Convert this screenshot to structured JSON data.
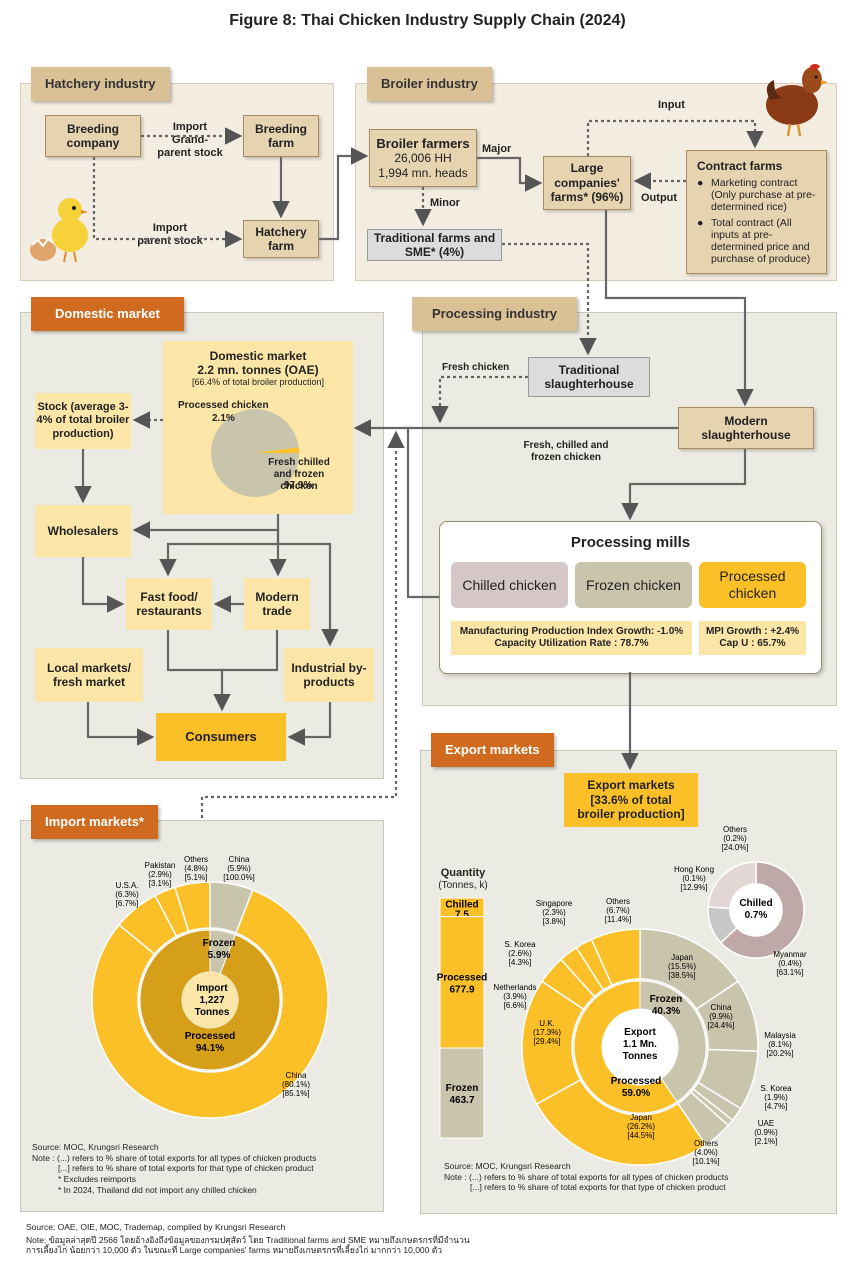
{
  "title": "Figure 8: Thai Chicken Industry Supply Chain (2024)",
  "hatchery": {
    "tab": "Hatchery industry",
    "breeding_company": "Breeding company",
    "breeding_farm": "Breeding farm",
    "hatchery_farm": "Hatchery farm",
    "import_grandparent": "Import\nGrand-\nparent stock",
    "import_parent": "Import\nparent stock"
  },
  "broiler": {
    "tab": "Broiler industry",
    "farmers_title": "Broiler farmers",
    "farmers_hh": "26,006 HH",
    "farmers_heads": "1,994 mn. heads",
    "major": "Major",
    "minor": "Minor",
    "large": "Large companies' farms* (96%)",
    "traditional": "Traditional farms and SME* (4%)",
    "input": "Input",
    "output": "Output",
    "contract_title": "Contract farms",
    "contract_item1": "Marketing contract (Only purchase at pre-determined rice)",
    "contract_item2": "Total contract (All inputs at pre-determined price and purchase of produce)"
  },
  "domestic": {
    "tab": "Domestic market",
    "market_title": "Domestic market",
    "market_tonnes": "2.2 mn. tonnes (OAE)",
    "market_share": "[66.4% of total broiler production]",
    "processed_label": "Processed chicken",
    "processed_pct": "2.1%",
    "fresh_label": "Fresh chilled and frozen chicken",
    "fresh_pct": "97.9%",
    "stock": "Stock (average 3-4% of total broiler production)",
    "wholesalers": "Wholesalers",
    "fastfood": "Fast food/ restaurants",
    "modern_trade": "Modern trade",
    "local_markets": "Local markets/ fresh market",
    "industrial": "Industrial by-products",
    "consumers": "Consumers"
  },
  "processing": {
    "tab": "Processing industry",
    "fresh_chicken": "Fresh chicken",
    "traditional_sh": "Traditional slaughterhouse",
    "modern_sh": "Modern slaughterhouse",
    "fresh_chilled_frozen": "Fresh, chilled and frozen chicken",
    "mills_title": "Processing mills",
    "chilled": "Chilled chicken",
    "frozen": "Frozen chicken",
    "processed": "Processed chicken",
    "mpi_left_1": "Manufacturing Production Index Growth: -1.0%",
    "mpi_left_2": "Capacity Utilization Rate : 78.7%",
    "mpi_right_1": "MPI Growth : +2.4%",
    "mpi_right_2": "Cap U : 65.7%"
  },
  "imports": {
    "tab": "Import markets*",
    "center_1": "Import",
    "center_2": "1,227",
    "center_3": "Tonnes",
    "inner_frozen": "Frozen",
    "inner_frozen_pct": "5.9%",
    "inner_processed": "Processed",
    "inner_processed_pct": "94.1%",
    "notes": [
      "Source: MOC, Krungsri Research",
      "Note : (...) refers to % share of total exports for all types of chicken products",
      "[...] refers to % share of total exports for that type of chicken product",
      "* Excludes reimports",
      "* In 2024, Thailand did not import any chilled chicken"
    ]
  },
  "exports": {
    "tab": "Export markets",
    "box_1": "Export markets",
    "box_2": "[33.6% of total",
    "box_3": "broiler production]",
    "qty_title": "Quantity",
    "qty_unit": "(Tonnes, k)",
    "center_1": "Export",
    "center_2": "1.1 Mn.",
    "center_3": "Tonnes",
    "inner_frozen": "Frozen",
    "inner_frozen_pct": "40.3%",
    "inner_processed": "Processed",
    "inner_processed_pct": "59.0%",
    "chilled_label": "Chilled",
    "chilled_pct": "0.7%",
    "notes": [
      "Source: MOC, Krungsri Research",
      "Note : (...) refers to % share of total exports for all types of chicken products",
      "[...] refers to % share of total exports for that type of chicken product"
    ]
  },
  "footer": {
    "source": "Source: OAE, OIE, MOC, Trademap, compiled by Krungsri Research",
    "note1": "Note: ข้อมูลล่าสุดปี 2566 โดยอ้างอิงถึงข้อมูลของกรมปศุสัตว์ โดย Traditional farms and SME หมายถึงเกษตรกรที่มีจำนวน",
    "note2": "การเลี้ยงไก่ น้อยกว่า 10,000 ตัว ในขณะที่ Large companies' farms หมายถึงเกษตรกรที่เลี้ยงไก่ มากกว่า 10,000 ตัว"
  },
  "colors": {
    "tan": "#d9c095",
    "orange": "#d06a1f",
    "gold": "#fbbf28",
    "grey_frozen": "#c9c5ad",
    "chilled": "#bfa9a8"
  },
  "chart_data": [
    {
      "type": "pie",
      "title": "Domestic market",
      "categories": [
        "Processed chicken",
        "Fresh chilled and frozen chicken"
      ],
      "values": [
        2.1,
        97.9
      ]
    },
    {
      "type": "pie",
      "title": "Import markets*",
      "inner": {
        "categories": [
          "Frozen",
          "Processed"
        ],
        "values": [
          5.9,
          94.1
        ]
      },
      "outer": [
        {
          "name": "China",
          "share_total": 5.9,
          "share_type": 100.0,
          "type": "Frozen"
        },
        {
          "name": "China",
          "share_total": 80.1,
          "share_type": 85.1,
          "type": "Processed"
        },
        {
          "name": "U.S.A.",
          "share_total": 6.3,
          "share_type": 6.7,
          "type": "Processed"
        },
        {
          "name": "Pakistan",
          "share_total": 2.9,
          "share_type": 3.1,
          "type": "Processed"
        },
        {
          "name": "Others",
          "share_total": 4.8,
          "share_type": 5.1,
          "type": "Processed"
        }
      ]
    },
    {
      "type": "bar",
      "title": "Quantity",
      "ylabel": "(Tonnes, k)",
      "categories": [
        "Chilled",
        "Processed",
        "Frozen"
      ],
      "values": [
        7.5,
        677.9,
        463.7
      ]
    },
    {
      "type": "pie",
      "title": "Export",
      "inner": {
        "categories": [
          "Frozen",
          "Processed"
        ],
        "values": [
          40.3,
          59.0
        ]
      },
      "outer": [
        {
          "name": "Japan",
          "share_total": 15.5,
          "share_type": 38.5,
          "type": "Frozen"
        },
        {
          "name": "China",
          "share_total": 9.9,
          "share_type": 24.4,
          "type": "Frozen"
        },
        {
          "name": "Malaysia",
          "share_total": 8.1,
          "share_type": 20.2,
          "type": "Frozen"
        },
        {
          "name": "S. Korea",
          "share_total": 1.9,
          "share_type": 4.7,
          "type": "Frozen"
        },
        {
          "name": "UAE",
          "share_total": 0.9,
          "share_type": 2.1,
          "type": "Frozen"
        },
        {
          "name": "Others",
          "share_total": 4.0,
          "share_type": 10.1,
          "type": "Frozen"
        },
        {
          "name": "Japan",
          "share_total": 26.2,
          "share_type": 44.5,
          "type": "Processed"
        },
        {
          "name": "U.K.",
          "share_total": 17.3,
          "share_type": 29.4,
          "type": "Processed"
        },
        {
          "name": "Netherlands",
          "share_total": 3.9,
          "share_type": 6.6,
          "type": "Processed"
        },
        {
          "name": "S. Korea",
          "share_total": 2.6,
          "share_type": 4.3,
          "type": "Processed"
        },
        {
          "name": "Singapore",
          "share_total": 2.3,
          "share_type": 3.8,
          "type": "Processed"
        },
        {
          "name": "Others",
          "share_total": 6.7,
          "share_type": 11.4,
          "type": "Processed"
        }
      ]
    },
    {
      "type": "pie",
      "title": "Chilled",
      "categories": [
        "Myanmar",
        "Hong Kong",
        "Others"
      ],
      "share_total": [
        0.4,
        0.1,
        0.2
      ],
      "values": [
        63.1,
        12.9,
        24.0
      ]
    }
  ]
}
